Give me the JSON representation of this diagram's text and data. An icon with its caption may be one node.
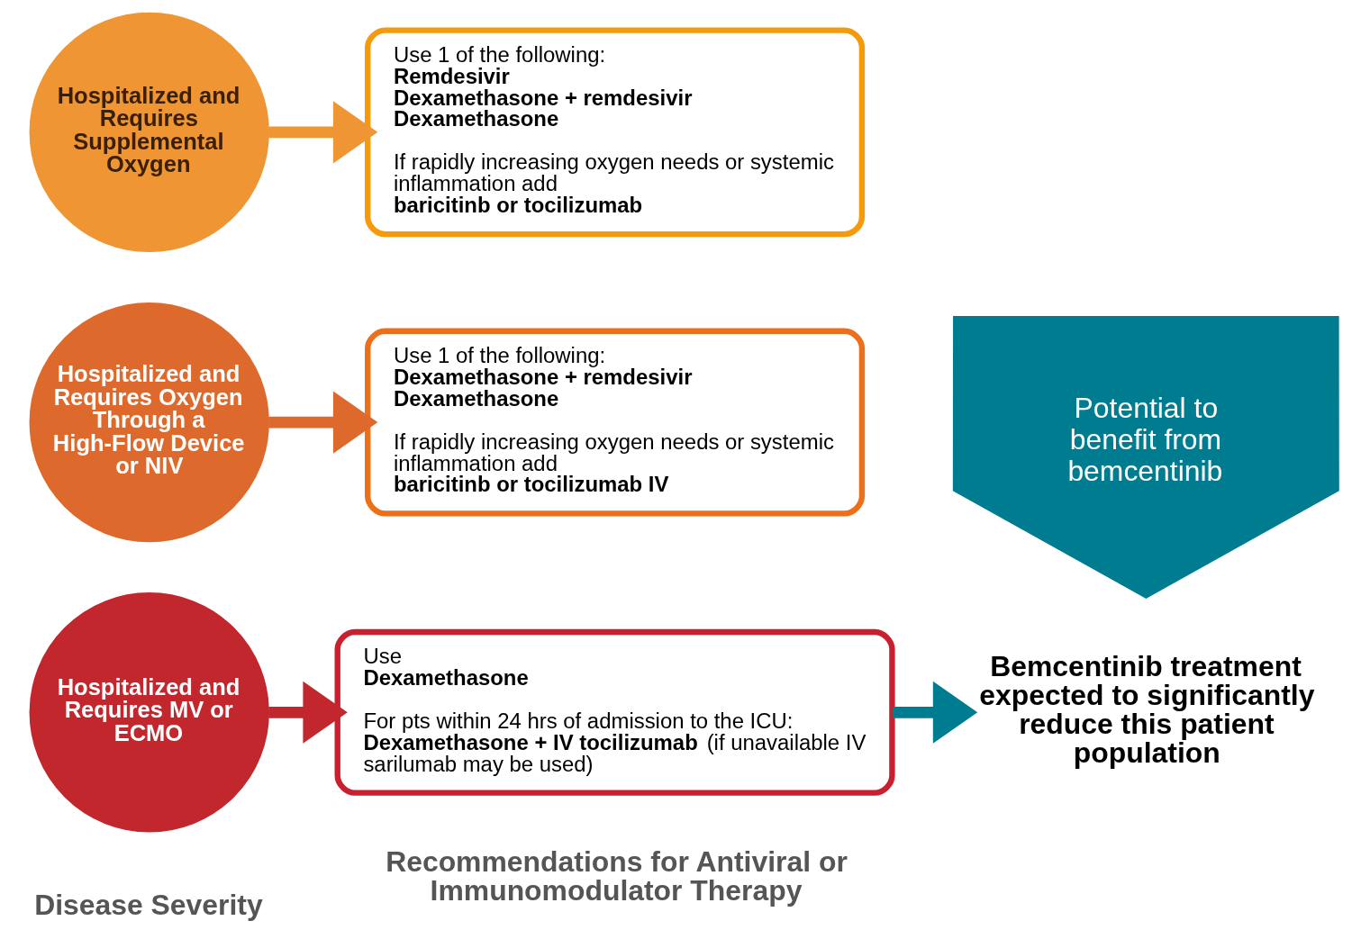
{
  "diagram": {
    "nodes": [
      {
        "text": [
          "Hospitalized and Requires Supplemental Oxygen"
        ]
      },
      {
        "text": [
          "Use 1 of the following: **Remdesivir** **Dexamethasone + remdesivir** **Dexamethasone**",
          "If rapidly increasing oxygen needs or systemic inflammation add **baricitinb or tocilizumab**"
        ]
      },
      {
        "text": [
          "Hospitalized and Requires Oxygen Through a High-Flow Device or NIV"
        ]
      },
      {
        "text": [
          "Use 1 of the following: **Dexamethasone + remdesivir** **Dexamethasone**",
          "If rapidly increasing oxygen needs or systemic inflammation add **baricitinb or tocilizumab IV**"
        ]
      },
      {
        "text": [
          "Hospitalized and Requires MV or ECMO"
        ]
      },
      {
        "text": [
          "Use **Dexamethasone**",
          "For pts within 24 hrs of admission to the ICU: **Dexamethasone + IV tocilizumab** (if unavailable IV sarilumab may be used)"
        ]
      },
      {
        "text": [
          "Potential to benefit from bemcentinib"
        ]
      },
      {
        "text": [
          "Bemcentinib treatment expected to significantly reduce this patient population"
        ]
      }
    ],
    "edges": [
      {
        "from": 0,
        "to": 1,
        "arrow": "to",
        "color": "#ef9534"
      },
      {
        "from": 2,
        "to": 3,
        "arrow": "to",
        "color": "#dd6a2c"
      },
      {
        "from": 4,
        "to": 5,
        "arrow": "to",
        "color": "#c1272d"
      },
      {
        "from": 5,
        "to": 7,
        "arrow": "to",
        "color": "#007c91"
      }
    ],
    "labels": [
      "Disease Severity",
      "Recommendations for Antiviral or Immunomodulator Therapy"
    ]
  }
}
